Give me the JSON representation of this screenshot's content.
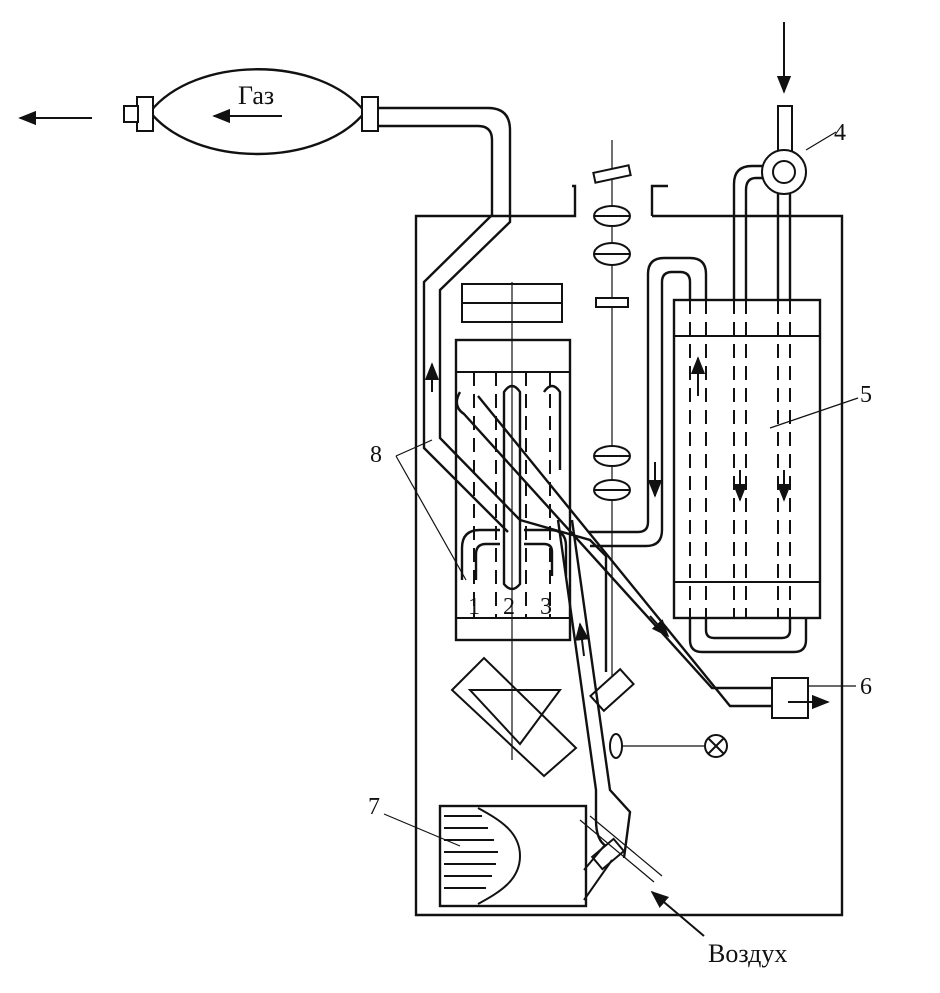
{
  "labels": {
    "gas": "Газ",
    "air": "Воздух",
    "tube_1": "1",
    "tube_2": "2",
    "tube_3": "3",
    "callout_4": "4",
    "callout_5": "5",
    "callout_6": "6",
    "callout_7": "7",
    "callout_8": "8"
  },
  "icons": {
    "gas_bulb": "rubber-bulb-icon",
    "lamp": "lamp-icon"
  }
}
